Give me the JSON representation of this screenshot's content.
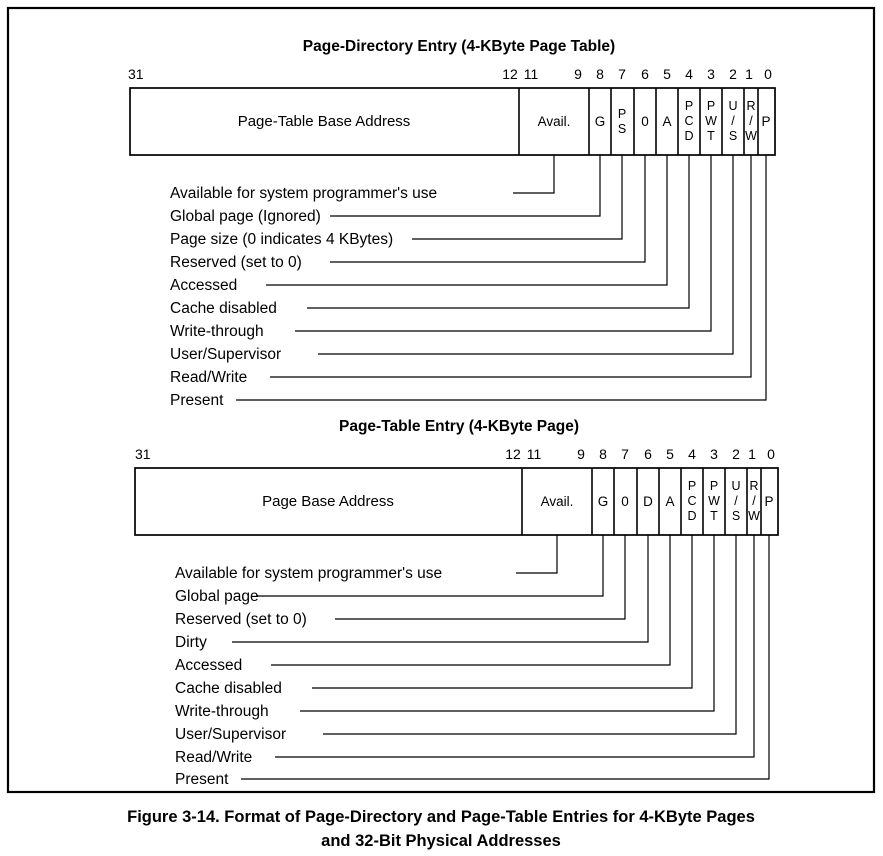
{
  "figure": {
    "caption_line1": "Figure 3-14.  Format of Page-Directory and Page-Table Entries for 4-KByte Pages",
    "caption_line2": "and 32-Bit Physical Addresses",
    "accent_color": "#000000",
    "background_color": "#ffffff"
  },
  "diagram1": {
    "title": "Page-Directory Entry (4-KByte Page Table)",
    "bit_numbers": [
      "31",
      "12",
      "11",
      "9",
      "8",
      "7",
      "6",
      "5",
      "4",
      "3",
      "2",
      "1",
      "0"
    ],
    "address_field": "Page-Table Base Address",
    "cells": [
      {
        "label": "Avail.",
        "bits": "11-9",
        "multiline": false
      },
      {
        "label": "G",
        "bits": "8",
        "multiline": false
      },
      {
        "label": "PS",
        "bits": "7",
        "multiline": true,
        "lines": [
          "P",
          "S"
        ]
      },
      {
        "label": "0",
        "bits": "6",
        "multiline": false
      },
      {
        "label": "A",
        "bits": "5",
        "multiline": false
      },
      {
        "label": "PCD",
        "bits": "4",
        "multiline": true,
        "lines": [
          "P",
          "C",
          "D"
        ]
      },
      {
        "label": "PWT",
        "bits": "3",
        "multiline": true,
        "lines": [
          "P",
          "W",
          "T"
        ]
      },
      {
        "label": "U/S",
        "bits": "2",
        "multiline": true,
        "lines": [
          "U",
          "/",
          "S"
        ]
      },
      {
        "label": "R/W",
        "bits": "1",
        "multiline": true,
        "lines": [
          "R",
          "/",
          "W"
        ]
      },
      {
        "label": "P",
        "bits": "0",
        "multiline": false
      }
    ],
    "labels": [
      "Available for system programmer's use",
      "Global page (Ignored)",
      "Page size (0 indicates 4 KBytes)",
      "Reserved (set to 0)",
      "Accessed",
      "Cache disabled",
      "Write-through",
      "User/Supervisor",
      "Read/Write",
      "Present"
    ]
  },
  "diagram2": {
    "title": "Page-Table Entry (4-KByte Page)",
    "bit_numbers": [
      "31",
      "12",
      "11",
      "9",
      "8",
      "7",
      "6",
      "5",
      "4",
      "3",
      "2",
      "1",
      "0"
    ],
    "address_field": "Page Base Address",
    "cells": [
      {
        "label": "Avail.",
        "bits": "11-9",
        "multiline": false
      },
      {
        "label": "G",
        "bits": "8",
        "multiline": false
      },
      {
        "label": "0",
        "bits": "7",
        "multiline": false
      },
      {
        "label": "D",
        "bits": "6",
        "multiline": false
      },
      {
        "label": "A",
        "bits": "5",
        "multiline": false
      },
      {
        "label": "PCD",
        "bits": "4",
        "multiline": true,
        "lines": [
          "P",
          "C",
          "D"
        ]
      },
      {
        "label": "PWT",
        "bits": "3",
        "multiline": true,
        "lines": [
          "P",
          "W",
          "T"
        ]
      },
      {
        "label": "U/S",
        "bits": "2",
        "multiline": true,
        "lines": [
          "U",
          "/",
          "S"
        ]
      },
      {
        "label": "R/W",
        "bits": "1",
        "multiline": true,
        "lines": [
          "R",
          "/",
          "W"
        ]
      },
      {
        "label": "P",
        "bits": "0",
        "multiline": false
      }
    ],
    "labels": [
      "Available for system programmer's use",
      "Global page",
      "Reserved (set to 0)",
      "Dirty",
      "Accessed",
      "Cache disabled",
      "Write-through",
      "User/Supervisor",
      "Read/Write",
      "Present"
    ]
  }
}
